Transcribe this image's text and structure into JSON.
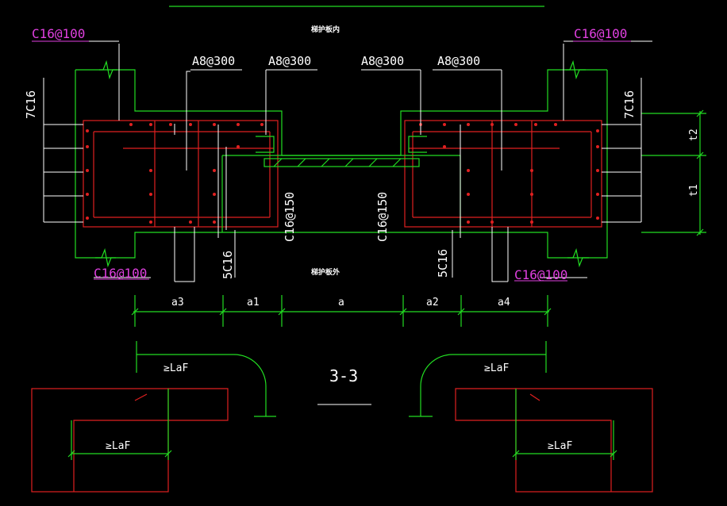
{
  "labels": {
    "inner_side": "梯护板内",
    "outer_side": "梯护板外",
    "c16_100": "C16@100",
    "a8_300": "A8@300",
    "c16_150": "C16@150",
    "bars_7c16": "7C16",
    "bars_5c16": "5C16",
    "t1": "t1",
    "t2": "t2",
    "a": "a",
    "a1": "a1",
    "a2": "a2",
    "a3": "a3",
    "a4": "a4",
    "laf": "≥LaF",
    "section": "3-3"
  },
  "colors": {
    "background": "#000000",
    "green": "#22dd22",
    "red": "#e02020",
    "magenta": "#e040e0",
    "white": "#ffffff"
  }
}
